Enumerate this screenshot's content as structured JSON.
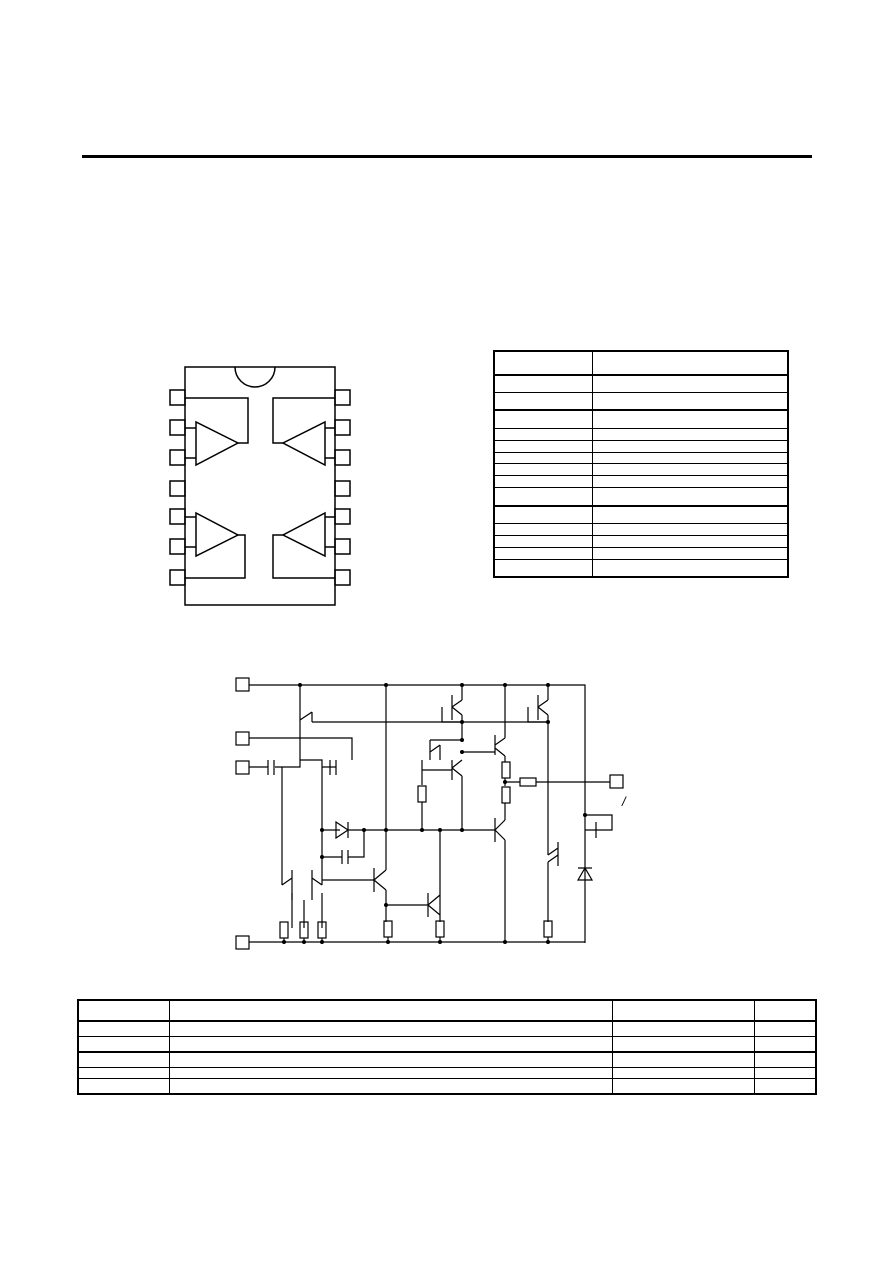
{
  "page": {
    "header_rule": "horizontal rule",
    "note_symbol": "/"
  },
  "pin_table": {
    "rows": 15,
    "columns": 2
  },
  "ratings_table": {
    "rows": 6,
    "columns": 4
  }
}
